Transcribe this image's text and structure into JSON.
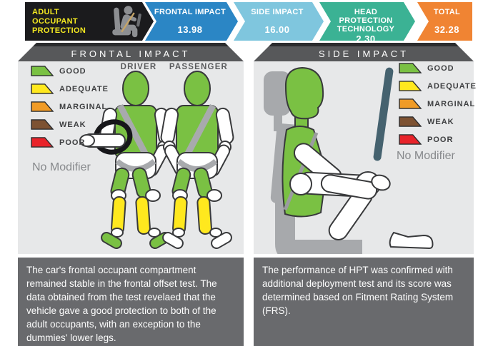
{
  "banner": {
    "category": {
      "title": "ADULT OCCUPANT PROTECTION",
      "icon": "seated-occupant-icon"
    },
    "segments": [
      {
        "label": "FRONTAL IMPACT",
        "score": "13.98",
        "color": "#2b86c5"
      },
      {
        "label": "SIDE IMPACT",
        "score": "16.00",
        "color": "#7fc6de"
      },
      {
        "label": "HEAD PROTECTION TECHNOLOGY",
        "score": "2.30",
        "color": "#3bb294"
      },
      {
        "label": "TOTAL",
        "score": "32.28",
        "color": "#f08433"
      }
    ]
  },
  "legend": {
    "items": [
      {
        "label": "GOOD",
        "color": "#7ac143"
      },
      {
        "label": "ADEQUATE",
        "color": "#ffe81e"
      },
      {
        "label": "MARGINAL",
        "color": "#f09b26"
      },
      {
        "label": "WEAK",
        "color": "#7d5232"
      },
      {
        "label": "POOR",
        "color": "#e8232a"
      }
    ]
  },
  "frontal_panel": {
    "title": "FRONTAL IMPACT",
    "driver_label": "DRIVER",
    "passenger_label": "PASSENGER",
    "modifier": "No Modifier",
    "description": "The car's frontal occupant compartment remained stable in the frontal offset test. The data obtained from the test revelaed that the vehicle gave a good protection to both of the adult occupants, with an exception to the dummies' lower legs."
  },
  "side_panel": {
    "title": "SIDE IMPACT",
    "modifier": "No Modifier",
    "description": "The performance of HPT was confirmed with additional deployment test and its score was determined based on Fitment Rating System (FRS)."
  },
  "colors": {
    "category_bg": "#1b1b1d",
    "panel_bg": "#e7e8e9",
    "header_bg": "#57585a",
    "header_top": "#2b2c2e",
    "desc_bg": "#696a6d",
    "seat_gray": "#a7a9ac",
    "belt_gray": "#a8aaad",
    "wheel_black": "#17171a",
    "wheel_slate": "#45626f",
    "dummy_outline": "#38393b"
  },
  "icons": {
    "category": "seated-occupant-icon",
    "swatch": "rating-swatch-icon",
    "frontal_figure": "frontal-dummies-figure",
    "side_figure": "side-dummy-figure"
  }
}
